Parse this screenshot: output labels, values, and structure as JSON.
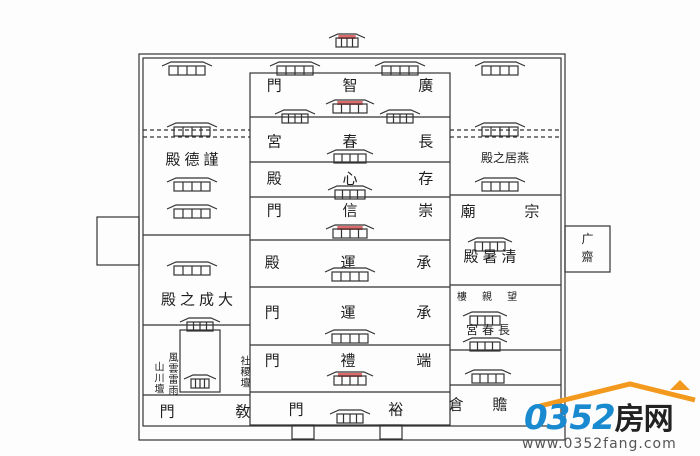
{
  "central_axis": {
    "guangzhi_gate": "門 智 廣",
    "changchun_palace": "宮 春 長",
    "cunxin_hall": "殿 心 存",
    "chongxin_gate": "門 信 崇",
    "chengyun_hall": "殿 運 承",
    "chengyun_gate": "門 運 承",
    "duanli_gate": "門 禮 端",
    "yu_gate": "門 裕"
  },
  "west": {
    "jinde_hall": "殿德謹",
    "dacheng_hall": "殿之成大",
    "fengyun_leiyu_altar": "風雲雷雨",
    "shanchuan_altar": "山川壇",
    "sheji_altar": "社稷壇",
    "jiao_gate": "門 敎"
  },
  "east": {
    "yanju_hall": "殿之居燕",
    "ancestral_temple": "廟 宗",
    "qingshu_hall": "殿暑清",
    "wangqin_tower": "樓 親 望",
    "changchun_palace_east": "宮春長",
    "shan_granary": "倉 贍",
    "east_annex": "广 齋"
  },
  "colors": {
    "line": "#333333",
    "accent_red": "#e06a6a",
    "logo_blue": "#1a8ad0",
    "logo_orange": "#f39a1e"
  },
  "watermark": {
    "brand_digits": "0352",
    "brand_text": "房网",
    "url": "www.0352fang.com"
  }
}
